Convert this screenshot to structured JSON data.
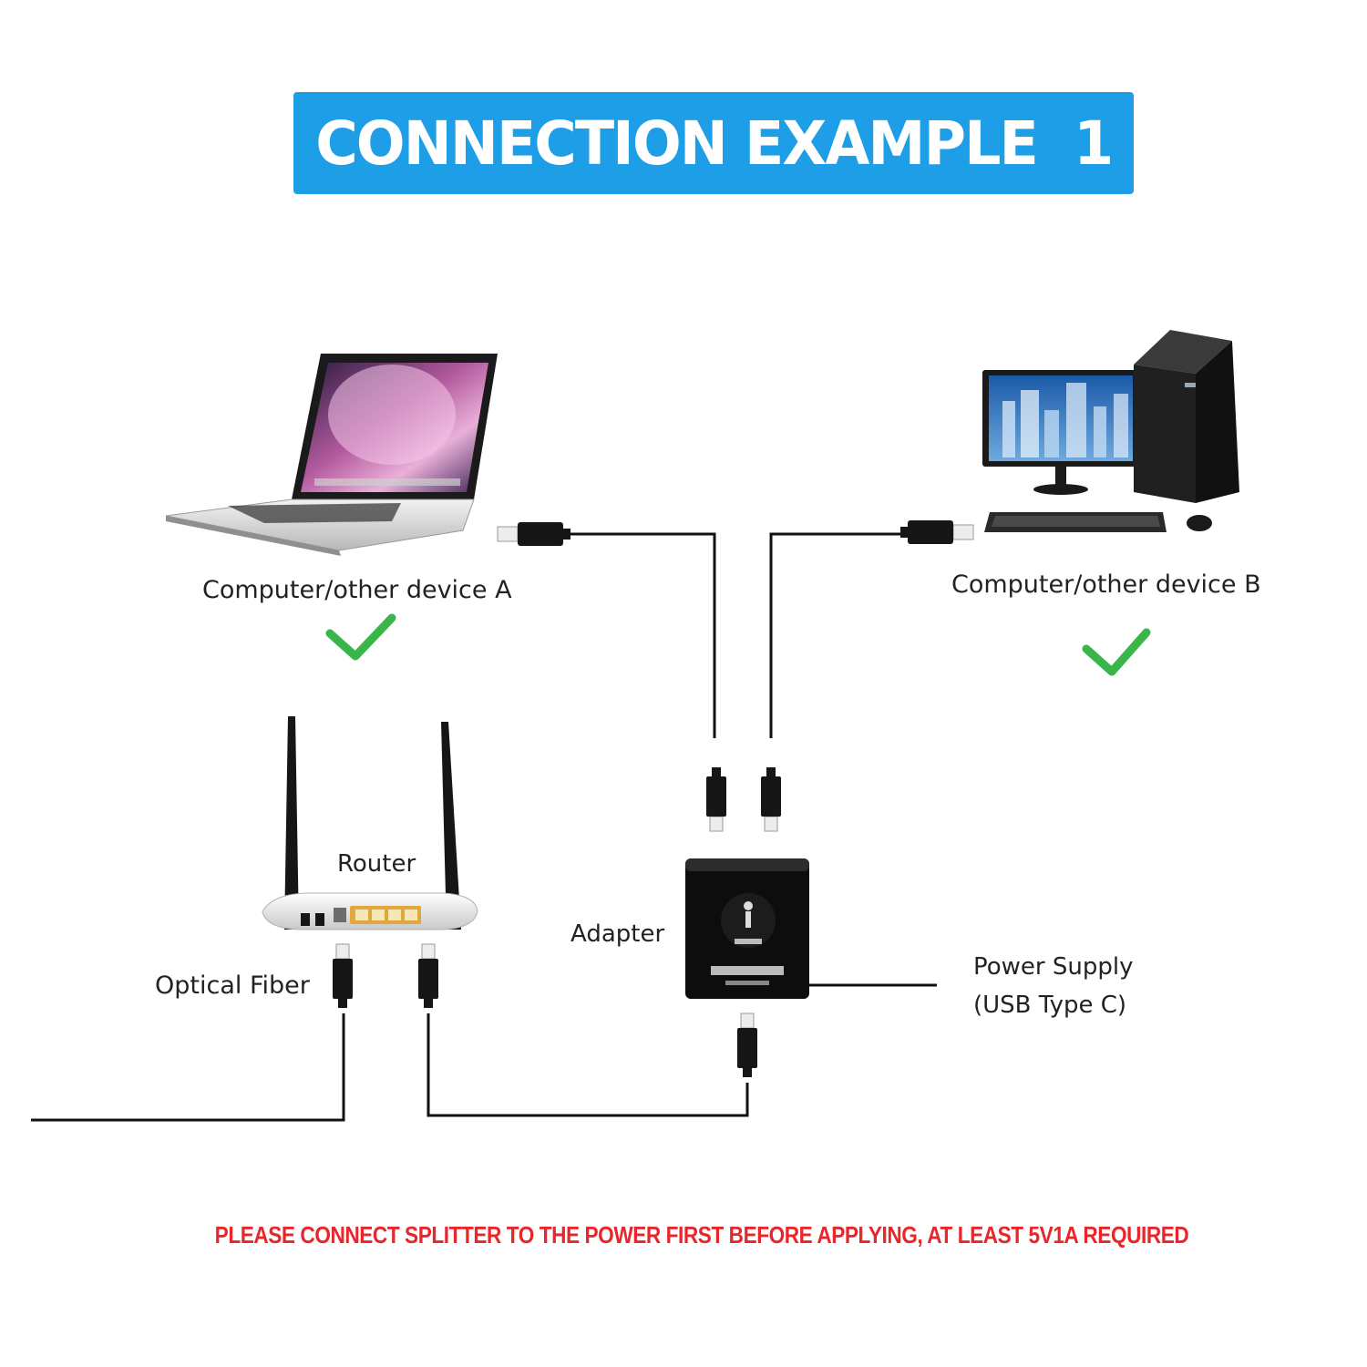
{
  "banner": {
    "title": "CONNECTION EXAMPLE  1",
    "color": "#1e9ee6"
  },
  "devices": {
    "a": {
      "label": "Computer/other device A"
    },
    "b": {
      "label": "Computer/other device B"
    },
    "router": {
      "label": "Router"
    },
    "adapter": {
      "label": "Adapter"
    },
    "optical": {
      "label": "Optical Fiber"
    },
    "power": {
      "line1": "Power Supply",
      "line2": "(USB Type C)"
    }
  },
  "warning": {
    "text": "PLEASE CONNECT SPLITTER TO THE POWER FIRST BEFORE APPLYING, AT LEAST 5V1A REQUIRED",
    "color": "#e8262b"
  },
  "icons": [
    "check-icon",
    "laptop-icon",
    "desktop-pc-icon",
    "router-icon",
    "adapter-icon",
    "rj45-plug-icon"
  ],
  "colors": {
    "check": "#3ab54a",
    "cable": "#111111"
  }
}
